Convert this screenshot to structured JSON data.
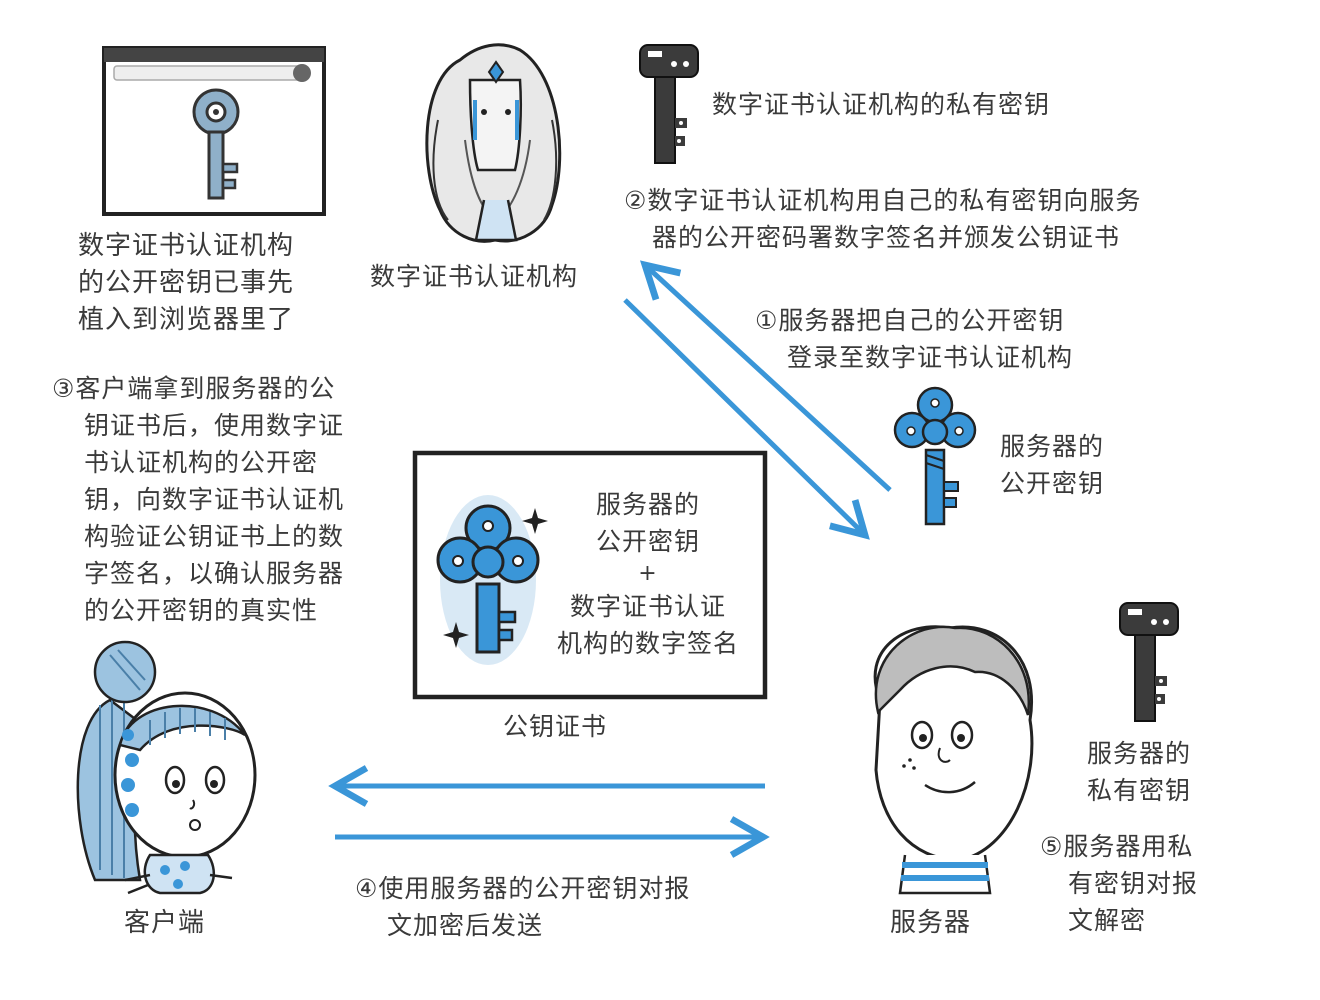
{
  "colors": {
    "accent": "#3a96d8",
    "ink": "#222222",
    "dark_key": "#3b3b3b"
  },
  "browser": {
    "caption": [
      "数字证书认证机构",
      "的公开密钥已事先",
      "植入到浏览器里了"
    ]
  },
  "ca": {
    "label": "数字证书认证机构",
    "private_key_label": "数字证书认证机构的私有密钥"
  },
  "steps": {
    "s1": [
      "①服务器把自己的公开密钥",
      "登录至数字证书认证机构"
    ],
    "s2": [
      "②数字证书认证机构用自己的私有密钥向服务",
      "器的公开密码署数字签名并颁发公钥证书"
    ],
    "s3": [
      "③客户端拿到服务器的公",
      "钥证书后，使用数字证",
      "书认证机构的公开密",
      "钥，向数字证书认证机",
      "构验证公钥证书上的数",
      "字签名，以确认服务器",
      "的公开密钥的真实性"
    ],
    "s4": [
      "④使用服务器的公开密钥对报",
      "文加密后发送"
    ],
    "s5": [
      "⑤服务器用私",
      "有密钥对报",
      "文解密"
    ]
  },
  "server_public_key_label": [
    "服务器的",
    "公开密钥"
  ],
  "certificate": {
    "lines": [
      "服务器的",
      "公开密钥",
      "+",
      "数字证书认证",
      "机构的数字签名"
    ],
    "caption": "公钥证书"
  },
  "client": {
    "label": "客户端"
  },
  "server": {
    "label": "服务器",
    "private_key_label": [
      "服务器的",
      "私有密钥"
    ]
  }
}
